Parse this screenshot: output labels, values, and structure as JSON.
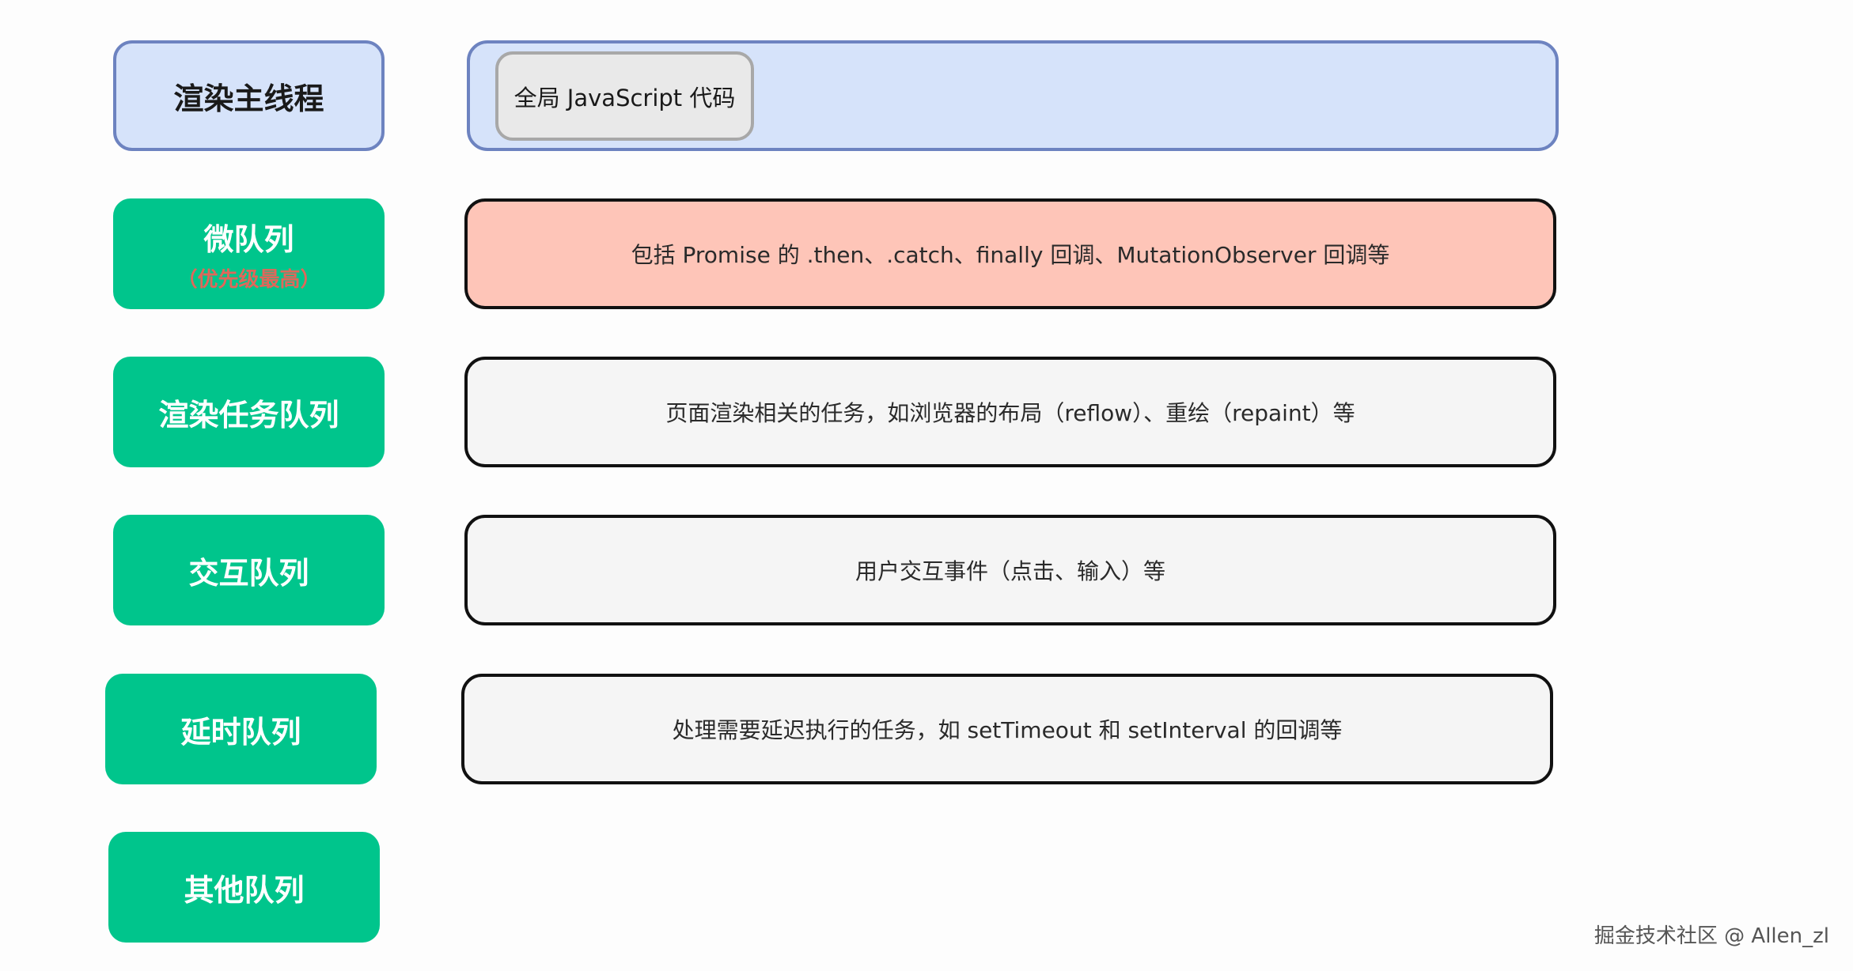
{
  "rows": [
    {
      "label": "渲染主线程",
      "description": "全局 JavaScript 代码"
    },
    {
      "label": "微队列",
      "label_sub": "（优先级最高）",
      "description": "包括 Promise 的 .then、.catch、finally 回调、MutationObserver 回调等"
    },
    {
      "label": "渲染任务队列",
      "description": "页面渲染相关的任务，如浏览器的布局（reflow）、重绘（repaint）等"
    },
    {
      "label": "交互队列",
      "description": "用户交互事件（点击、输入）等"
    },
    {
      "label": "延时队列",
      "description": "处理需要延迟执行的任务，如 setTimeout 和 setInterval 的回调等"
    },
    {
      "label": "其他队列"
    }
  ],
  "watermark": "掘金技术社区 @ Allen_zl",
  "colors": {
    "main_fill": "#d6e3fa",
    "main_border": "#6d83c0",
    "queue_label_fill": "#00c58c",
    "micro_fill": "#fec5b8",
    "plain_fill": "#f5f5f5",
    "priority_text": "#e0675a"
  }
}
